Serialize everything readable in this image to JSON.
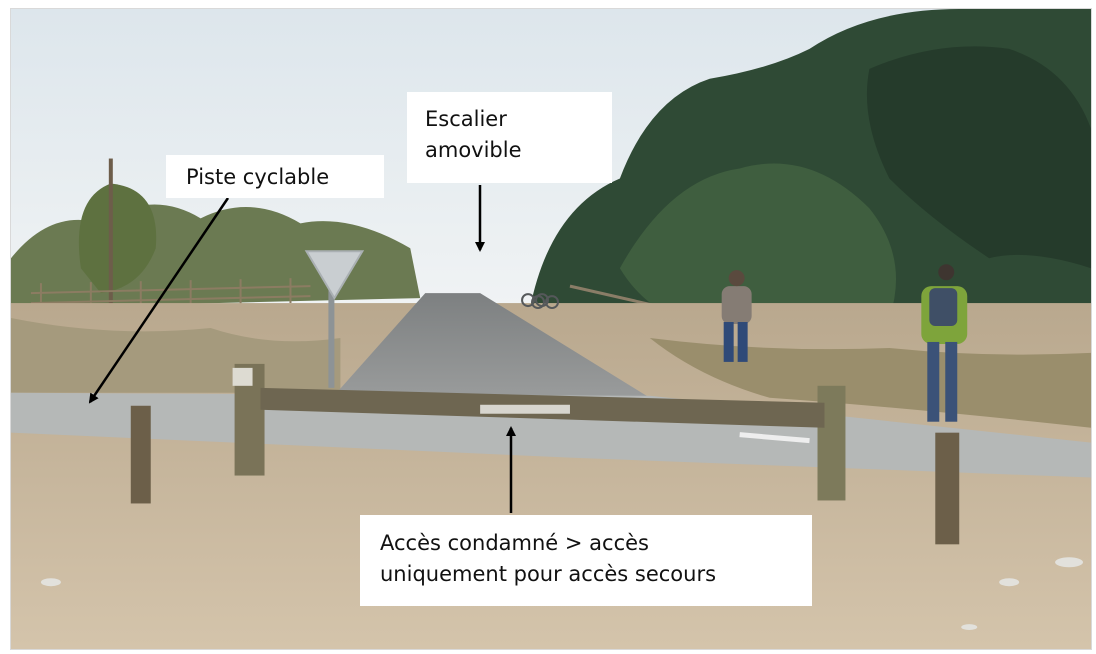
{
  "labels": {
    "piste_cyclable": "Piste cyclable",
    "escalier_amovible": "Escalier\namovible",
    "acces_condamne": "Accès condamné > accès\nuniquement pour accès secours"
  },
  "colors": {
    "sky": "#e6edf2",
    "trees": "#2f4a35",
    "road": "#8f9293",
    "cycle_path": "#b5b8b7",
    "sand": "#c7b49a",
    "wood": "#6e6651",
    "arrow": "#000000"
  }
}
